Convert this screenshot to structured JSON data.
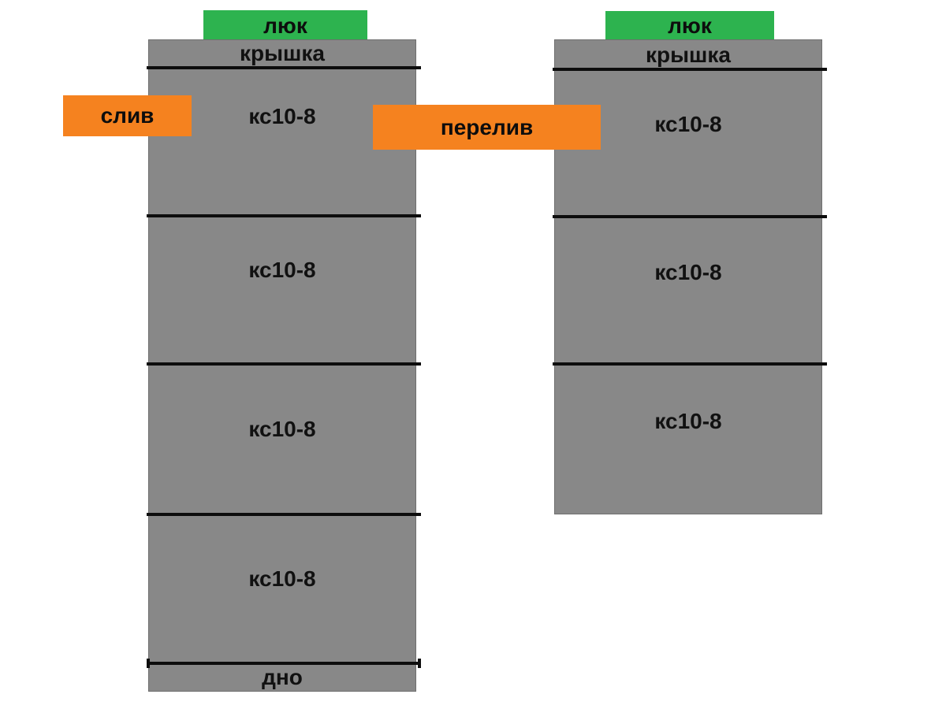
{
  "colors": {
    "ring_gray": "#888888",
    "ring_border": "#6f6f6f",
    "hatch_green": "#2db34f",
    "pipe_orange": "#f5821f",
    "line_black": "#0d0d0d"
  },
  "left_well": {
    "hatch_label": "люк",
    "cover_label": "крышка",
    "rings": [
      "кс10-8",
      "кс10-8",
      "кс10-8",
      "кс10-8"
    ],
    "bottom_label": "дно"
  },
  "right_well": {
    "hatch_label": "люк",
    "cover_label": "крышка",
    "rings": [
      "кс10-8",
      "кс10-8",
      "кс10-8"
    ]
  },
  "connections": {
    "drain_label": "слив",
    "overflow_label": "перелив"
  }
}
